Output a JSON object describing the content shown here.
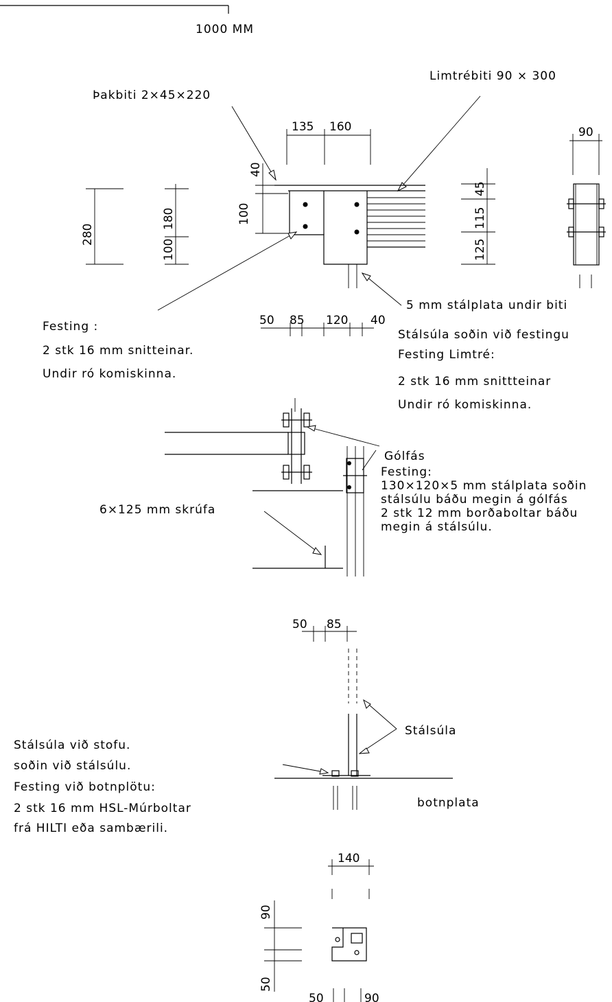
{
  "scale": {
    "label": "1000 MM"
  },
  "labels": {
    "limtre_beam": "Limtrébiti 90 × 300",
    "roof_beam": "Þakbiti 2×45×220",
    "festing_title": "Festing :",
    "festing_line1": "2 stk 16 mm snitteinar.",
    "festing_line2": "Undir ró komiskinna.",
    "steel_plate": "5 mm stálplata undir biti",
    "column_welded": "Stálsúla soðin við festingu",
    "festing_limtre": "Festing Limtré:",
    "limtre_line1": "2 stk 16 mm snittteinar",
    "limtre_line2": "Undir ró komiskinna.",
    "golfas": "Gólfás",
    "festing2": "Festing:",
    "golfas_line1": "130×120×5 mm stálplata soðin",
    "golfas_line2": "stálsúlu báðu megin á gólfás",
    "golfas_line3": "2 stk 12 mm borðaboltar báðu",
    "golfas_line4": "megin á stálsúlu.",
    "screw": "6×125 mm skrúfa",
    "column": "Stálsúla",
    "column_note1": "Stálsúla við stofu.",
    "column_note2": "soðin við stálsúlu.",
    "column_note3": "Festing við botnplötu:",
    "column_note4": "2 stk 16 mm HSL-Múrboltar",
    "column_note5": "frá HILTI eða sambærili.",
    "botnplata": "botnplata"
  },
  "dimensions": {
    "d135": "135",
    "d160": "160",
    "d90": "90",
    "d40": "40",
    "d100a": "100",
    "d280": "280",
    "d180": "180",
    "d100b": "100",
    "d45": "45",
    "d115": "115",
    "d125": "125",
    "d50a": "50",
    "d85a": "85",
    "d120": "120",
    "d40b": "40",
    "d50b": "50",
    "d85b": "85",
    "d140": "140",
    "d90b": "90",
    "d50c": "50",
    "d50d": "50",
    "d90c": "90"
  }
}
